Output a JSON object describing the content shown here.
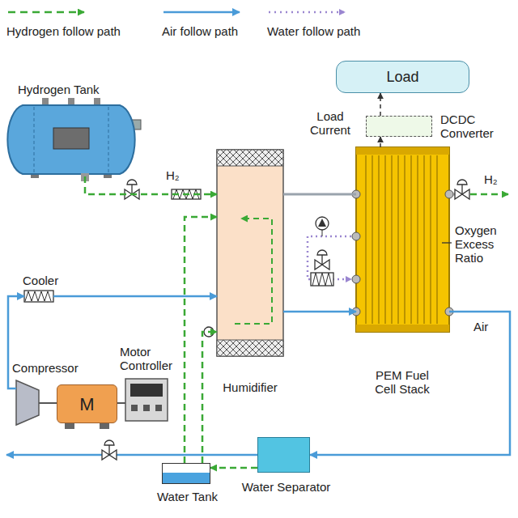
{
  "diagram": {
    "nodes": [
      {
        "text": [
          "Hydrogen Tank"
        ]
      },
      {
        "text": [
          "Load"
        ]
      },
      {
        "text": [
          "DCDC Converter"
        ]
      },
      {
        "text": [
          "Humidifier"
        ]
      },
      {
        "text": [
          "PEM Fuel Cell Stack"
        ]
      },
      {
        "text": [
          "Cooler"
        ]
      },
      {
        "text": [
          "Compressor"
        ]
      },
      {
        "text": [
          "M"
        ]
      },
      {
        "text": [
          "Motor Controller"
        ]
      },
      {
        "text": [
          "Water Tank"
        ]
      },
      {
        "text": [
          "Water Separator"
        ]
      }
    ],
    "edges": [
      {
        "from": 0,
        "to": 3,
        "arrow": "to"
      },
      {
        "from": 3,
        "to": 4,
        "arrow": "none"
      },
      {
        "from": 5,
        "to": 3,
        "arrow": "to"
      },
      {
        "from": 6,
        "to": 5,
        "arrow": "to"
      },
      {
        "from": 3,
        "to": 4,
        "arrow": "to"
      },
      {
        "from": 4,
        "to": 10,
        "arrow": "to"
      },
      {
        "from": 10,
        "to": 9,
        "arrow": "to"
      },
      {
        "from": 9,
        "to": 3,
        "arrow": "to"
      },
      {
        "from": 9,
        "to": 3,
        "arrow": "to"
      },
      {
        "from": 4,
        "to": 2,
        "arrow": "to"
      },
      {
        "from": 2,
        "to": 1,
        "arrow": "to"
      },
      {
        "from": 8,
        "to": 7,
        "arrow": "none"
      },
      {
        "from": 7,
        "to": 6,
        "arrow": "none"
      }
    ],
    "labels": [
      "H₂",
      "Load Current",
      "H₂",
      "Oxygen Excess Ratio",
      "Air"
    ],
    "legend": [
      {
        "text": "Hydrogen follow path"
      },
      {
        "text": "Air follow path"
      },
      {
        "text": "Water follow path"
      }
    ]
  }
}
